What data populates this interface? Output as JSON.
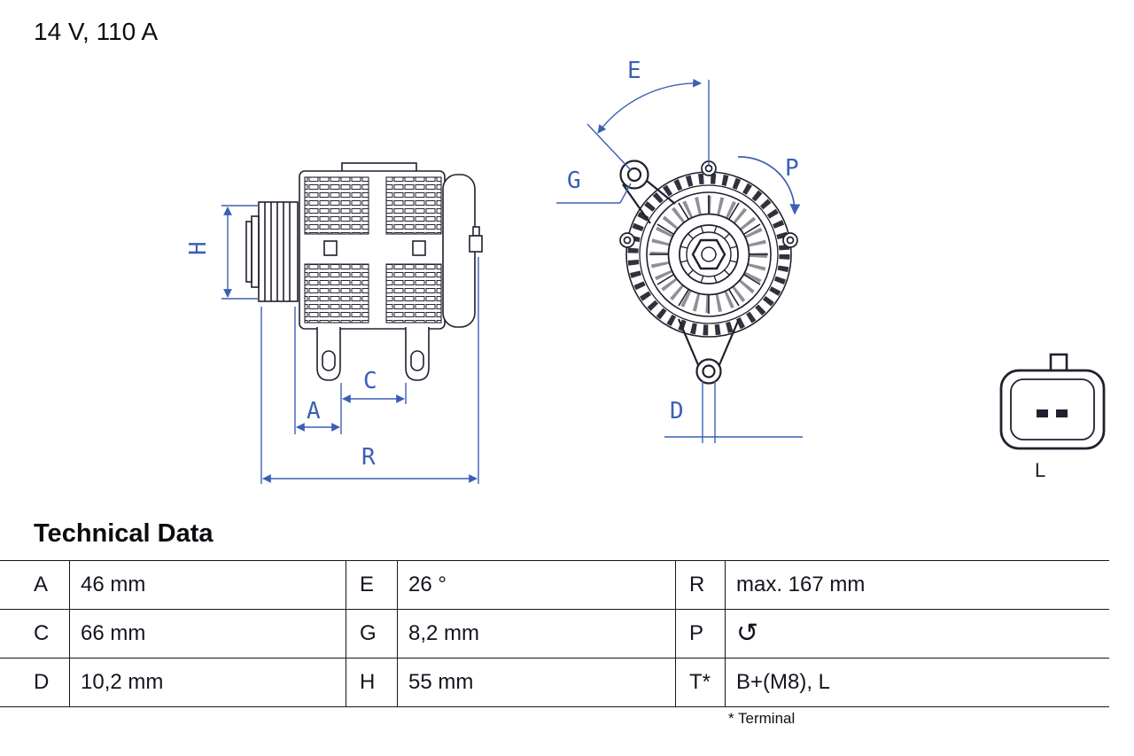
{
  "header": {
    "rating": "14 V, 110 A"
  },
  "diagram": {
    "dim_labels": {
      "h": "H",
      "a": "A",
      "c": "C",
      "r": "R",
      "e": "E",
      "g": "G",
      "p": "P",
      "d": "D"
    },
    "connector": {
      "label": "L"
    }
  },
  "technical_data": {
    "title": "Technical Data",
    "rows": [
      {
        "c1k": "A",
        "c1v": "46 mm",
        "c2k": "E",
        "c2v": "26 °",
        "c3k": "R",
        "c3v": "max. 167 mm"
      },
      {
        "c1k": "C",
        "c1v": "66 mm",
        "c2k": "G",
        "c2v": "8,2 mm",
        "c3k": "P",
        "c3v": "↺"
      },
      {
        "c1k": "D",
        "c1v": "10,2 mm",
        "c2k": "H",
        "c2v": "55 mm",
        "c3k": "T*",
        "c3v": "B+(M8), L"
      }
    ],
    "footnote": "* Terminal"
  },
  "colors": {
    "line": "#20202e",
    "dimension": "#3b5fb5"
  }
}
